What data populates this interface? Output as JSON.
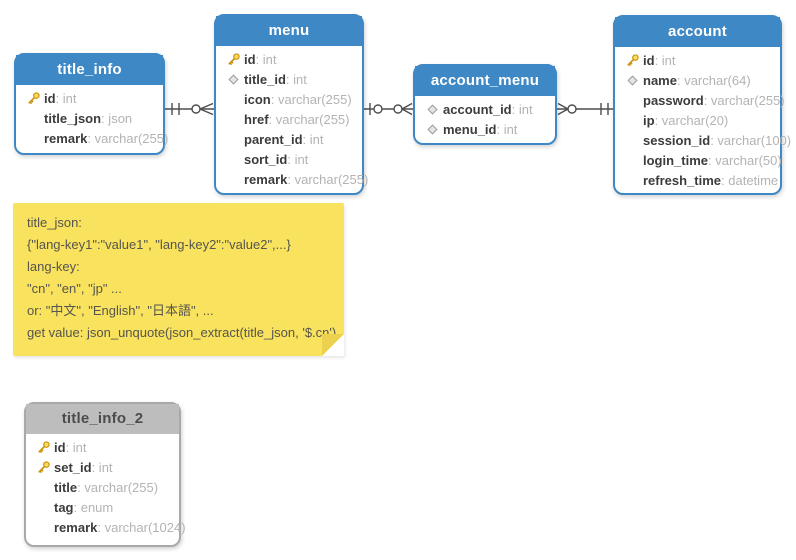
{
  "diagram": {
    "kind": "entity-relationship-diagram",
    "tables": [
      {
        "name": "title_info",
        "header_style": "blue",
        "columns": [
          {
            "icon": "key-icon",
            "name": "id",
            "type": "int"
          },
          {
            "icon": "none",
            "name": "title_json",
            "type": "json"
          },
          {
            "icon": "none",
            "name": "remark",
            "type": "varchar(255)"
          }
        ]
      },
      {
        "name": "menu",
        "header_style": "blue",
        "columns": [
          {
            "icon": "key-icon",
            "name": "id",
            "type": "int"
          },
          {
            "icon": "diamond-icon",
            "name": "title_id",
            "type": "int"
          },
          {
            "icon": "none",
            "name": "icon",
            "type": "varchar(255)"
          },
          {
            "icon": "none",
            "name": "href",
            "type": "varchar(255)"
          },
          {
            "icon": "none",
            "name": "parent_id",
            "type": "int"
          },
          {
            "icon": "none",
            "name": "sort_id",
            "type": "int"
          },
          {
            "icon": "none",
            "name": "remark",
            "type": "varchar(255)"
          }
        ]
      },
      {
        "name": "account_menu",
        "header_style": "blue",
        "columns": [
          {
            "icon": "diamond-icon",
            "name": "account_id",
            "type": "int"
          },
          {
            "icon": "diamond-icon",
            "name": "menu_id",
            "type": "int"
          }
        ]
      },
      {
        "name": "account",
        "header_style": "blue",
        "columns": [
          {
            "icon": "key-icon",
            "name": "id",
            "type": "int"
          },
          {
            "icon": "diamond-icon",
            "name": "name",
            "type": "varchar(64)"
          },
          {
            "icon": "none",
            "name": "password",
            "type": "varchar(255)"
          },
          {
            "icon": "none",
            "name": "ip",
            "type": "varchar(20)"
          },
          {
            "icon": "none",
            "name": "session_id",
            "type": "varchar(100)"
          },
          {
            "icon": "none",
            "name": "login_time",
            "type": "varchar(50)"
          },
          {
            "icon": "none",
            "name": "refresh_time",
            "type": "datetime"
          }
        ]
      },
      {
        "name": "title_info_2",
        "header_style": "gray",
        "columns": [
          {
            "icon": "key-icon",
            "name": "id",
            "type": "int"
          },
          {
            "icon": "key-icon",
            "name": "set_id",
            "type": "int"
          },
          {
            "icon": "none",
            "name": "title",
            "type": "varchar(255)"
          },
          {
            "icon": "none",
            "name": "tag",
            "type": "enum"
          },
          {
            "icon": "none",
            "name": "remark",
            "type": "varchar(1024)"
          }
        ]
      }
    ],
    "note": {
      "lines": [
        "title_json:",
        "{\"lang-key1\":\"value1\", \"lang-key2\":\"value2\",...}",
        "lang-key:",
        "\"cn\", \"en\", \"jp\" ...",
        "or: \"中文\", \"English\", \"日本語\", ...",
        "get value: json_unquote(json_extract(title_json, '$.cn')"
      ]
    },
    "relationships": [
      {
        "from": "title_info",
        "to": "menu",
        "from_cardinality": "exactly-one",
        "to_cardinality": "zero-or-many"
      },
      {
        "from": "menu",
        "to": "account_menu",
        "from_cardinality": "zero-or-one",
        "to_cardinality": "zero-or-many"
      },
      {
        "from": "account_menu",
        "to": "account",
        "from_cardinality": "zero-or-many",
        "to_cardinality": "exactly-one"
      }
    ],
    "colors": {
      "header_blue": "#3E88C5",
      "header_gray": "#BDBDBD",
      "note_background": "#F8E25E",
      "note_fold": "#EBD14E",
      "connector_line": "#4D4D4D",
      "key_icon_gold": "#C8930B",
      "key_icon_fill": "#FFDB5C",
      "column_name_text": "#3C3C3C",
      "column_type_text": "#B3B3B3"
    }
  }
}
